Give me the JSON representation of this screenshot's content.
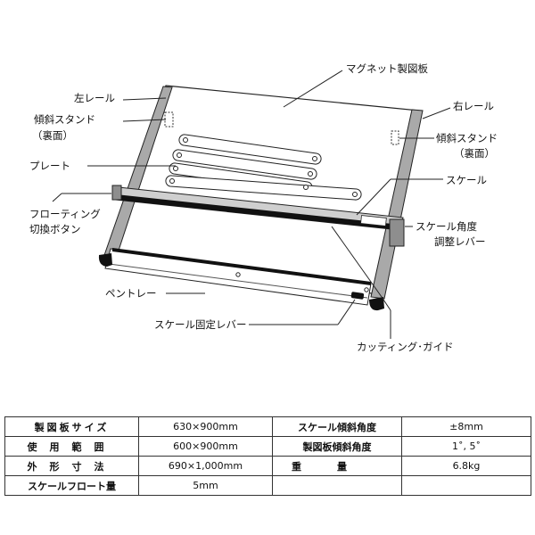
{
  "labels": {
    "magnet_board": "マグネット製図板",
    "left_rail": "左レール",
    "right_rail": "右レール",
    "tilt_stand_left_1": "傾斜スタンド",
    "tilt_stand_left_2": "（裏面）",
    "tilt_stand_right_1": "傾斜スタンド",
    "tilt_stand_right_2": "（裏面）",
    "plate": "プレート",
    "scale": "スケール",
    "floating_1": "フローティング",
    "floating_2": "切換ボタン",
    "scale_angle_1": "スケール角度",
    "scale_angle_2": "調整レバー",
    "pen_tray": "ペントレー",
    "scale_lock_lever": "スケール固定レバー",
    "cutting_guide": "カッティング･ガイド"
  },
  "specs": [
    {
      "k1": "製図板サイズ",
      "v1": "630×900mm",
      "k2": "スケール傾斜角度",
      "v2": "±8mm"
    },
    {
      "k1": "使用範囲",
      "v1": "600×900mm",
      "k2": "製図板傾斜角度",
      "v2": "1˚, 5˚"
    },
    {
      "k1": "外形寸法",
      "v1": "690×1,000mm",
      "k2": "重量",
      "v2": "6.8kg"
    },
    {
      "k1": "スケールフロート量",
      "v1": "5mm",
      "k2": "",
      "v2": ""
    }
  ],
  "colors": {
    "rail": "#a9a9a9",
    "scale_bar": "#111111",
    "board": "#ffffff",
    "line": "#222222"
  }
}
